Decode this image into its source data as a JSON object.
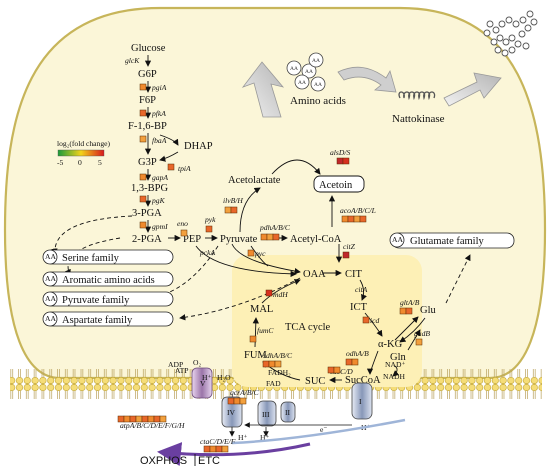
{
  "metabolites": {
    "glucose": "Glucose",
    "g6p": "G6P",
    "f6p": "F6P",
    "f16bp": "F-1,6-BP",
    "dhap": "DHAP",
    "g3p": "G3P",
    "bpg13": "1,3-BPG",
    "pga3": "3-PGA",
    "pga2": "2-PGA",
    "pep": "PEP",
    "pyruvate": "Pyruvate",
    "acetolactate": "Acetolactate",
    "acetoin": "Acetoin",
    "acetylcoa": "Acetyl-CoA",
    "amino_acids": "Amino acids",
    "nattokinase": "Nattokinase",
    "oaa": "OAA",
    "cit": "CIT",
    "ict": "ICT",
    "mal": "MAL",
    "tca": "TCA cycle",
    "akg": "α-KG",
    "fum": "FUM",
    "suc": "SUC",
    "succoa": "SucCoA",
    "glu": "Glu",
    "gln": "Gln",
    "fadh2": "FADH₂",
    "fad": "FAD",
    "nad": "NAD⁺",
    "nadh": "NADH",
    "adp": "ADP",
    "atp": "ATP",
    "h2o": "H₂O",
    "o2": "O₂",
    "hplus": "H⁺",
    "eminus": "e⁻"
  },
  "genes": {
    "glck": "glcK",
    "pgia": "pgiA",
    "pfka": "pfkA",
    "fbaa": "fbaA",
    "tpia": "tpiA",
    "gapa": "gapA",
    "pgk": "pgK",
    "gpmi": "gpmI",
    "eno": "eno",
    "pyk": "pyk",
    "pcka": "pckA",
    "pyc": "pyc",
    "ilvbh": "ilvB/H",
    "alsds": "alsD/S",
    "pdh": "pdhA/B/C",
    "acoa": "acoA/B/C/L",
    "citz": "citZ",
    "cita": "citA",
    "mdh": "mdH",
    "icd": "icd",
    "fumc": "fumC",
    "sdh": "sdhA/B/C",
    "succd": "sucC/D",
    "odh": "odhA/B",
    "glta": "gltA/B",
    "gudb": "gudB",
    "qcr": "qcrA/B/C",
    "atp": "atpA/B/C/D/E/F/G/H",
    "cta": "ctaC/D/E/F"
  },
  "families": [
    "Serine family",
    "Aromatic amino acids",
    "Pyruvate family",
    "Aspartate family",
    "Glutamate family"
  ],
  "legend": {
    "title": "log₂(fold change)",
    "min": "-5",
    "mid": "0",
    "max": "5"
  },
  "complexes": {
    "v": "V",
    "iv": "IV",
    "iii": "III",
    "ii": "II",
    "i": "I"
  },
  "labels": {
    "oxphos": "OXPHOS",
    "etc": "ETC",
    "aa": "AA"
  },
  "colors": {
    "dark_red": "#c0282c",
    "red": "#d7301f",
    "orange": "#e8672a",
    "light_orange": "#f08a2e",
    "yellow_orange": "#f2a03d",
    "gold": "#e9a23b",
    "cell_bg": "#fbf7dc",
    "tca_bg": "#fdf0b6"
  }
}
